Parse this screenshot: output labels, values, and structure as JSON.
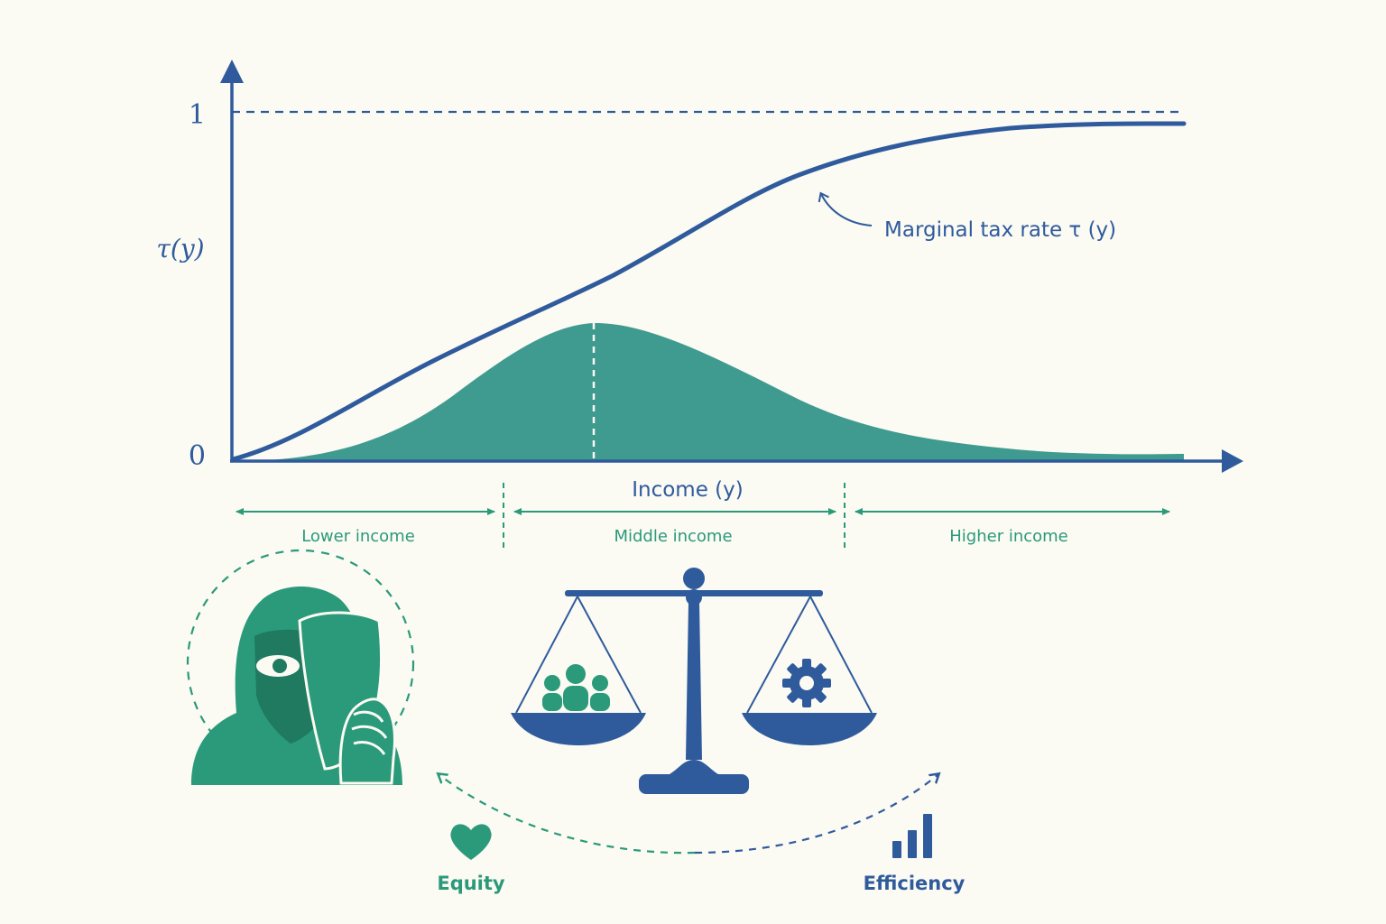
{
  "colors": {
    "blue": "#2f5b9c",
    "green": "#2a9a7a",
    "green_fill": "#3f9b90",
    "background": "#fbfaf3"
  },
  "axes": {
    "y_label": "τ(y)",
    "y_tick_top": "1",
    "y_tick_origin": "0",
    "x_label": "Income (y)"
  },
  "curve": {
    "label": "Marginal tax rate τ (y)"
  },
  "segments": [
    {
      "label": "Lower income"
    },
    {
      "label": "Middle income"
    },
    {
      "label": "Higher income"
    }
  ],
  "icons": {
    "figure": "hooded-figure-mask-icon",
    "scale": "balance-scale-icon",
    "people": "people-group-icon",
    "gear": "gear-icon",
    "heart": "heart-icon",
    "bars": "bar-chart-icon"
  },
  "bottom": {
    "equity_label": "Equity",
    "efficiency_label": "Efficiency"
  }
}
